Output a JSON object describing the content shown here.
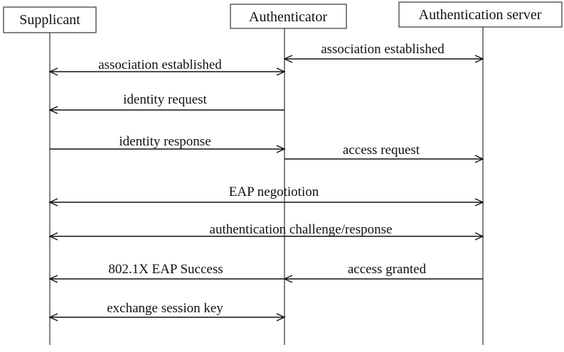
{
  "actors": [
    {
      "id": "supplicant",
      "label": "Supplicant"
    },
    {
      "id": "authenticator",
      "label": "Authenticator"
    },
    {
      "id": "server",
      "label": "Authentication server"
    }
  ],
  "messages": [
    {
      "id": "m1",
      "label": "association established",
      "from": "authenticator",
      "to": "server",
      "bidirectional": true
    },
    {
      "id": "m2",
      "label": "association established",
      "from": "supplicant",
      "to": "authenticator",
      "bidirectional": true
    },
    {
      "id": "m3",
      "label": "identity request",
      "from": "authenticator",
      "to": "supplicant",
      "bidirectional": false
    },
    {
      "id": "m4",
      "label": "identity response",
      "from": "supplicant",
      "to": "authenticator",
      "bidirectional": false
    },
    {
      "id": "m5",
      "label": "access request",
      "from": "authenticator",
      "to": "server",
      "bidirectional": false
    },
    {
      "id": "m6",
      "label": "EAP negotiotion",
      "from": "supplicant",
      "to": "server",
      "bidirectional": true
    },
    {
      "id": "m7",
      "label": "authentication challenge/response",
      "from": "supplicant",
      "to": "server",
      "bidirectional": true
    },
    {
      "id": "m8",
      "label": "802.1X EAP Success",
      "from": "authenticator",
      "to": "supplicant",
      "bidirectional": false
    },
    {
      "id": "m9",
      "label": "access granted",
      "from": "server",
      "to": "authenticator",
      "bidirectional": false
    },
    {
      "id": "m10",
      "label": "exchange session key",
      "from": "supplicant",
      "to": "authenticator",
      "bidirectional": true
    }
  ]
}
